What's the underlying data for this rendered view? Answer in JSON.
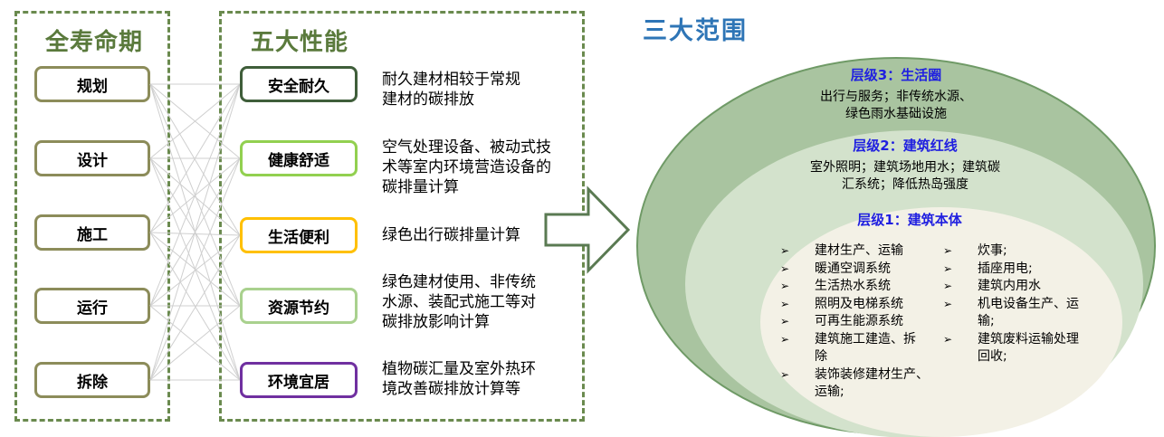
{
  "lifecycle": {
    "title": "全寿命期",
    "phases": [
      "规划",
      "设计",
      "施工",
      "运行",
      "拆除"
    ]
  },
  "performance": {
    "title": "五大性能",
    "items": [
      {
        "label": "安全耐久",
        "color": "#3f5e3a",
        "desc": [
          "耐久建材相较于常规",
          "建材的碳排放"
        ]
      },
      {
        "label": "健康舒适",
        "color": "#92d050",
        "desc": [
          "空气处理设备、被动式技",
          "术等室内环境营造设备的",
          "碳排量计算"
        ]
      },
      {
        "label": "生活便利",
        "color": "#ffc000",
        "desc": [
          "绿色出行碳排量计算"
        ]
      },
      {
        "label": "资源节约",
        "color": "#a9d18e",
        "desc": [
          "绿色建材使用、非传统",
          "水源、装配式施工等对",
          "碳排放影响计算"
        ]
      },
      {
        "label": "环境宜居",
        "color": "#7030a0",
        "desc": [
          "植物碳汇量及室外热环",
          "境改善碳排放计算等"
        ]
      }
    ]
  },
  "scope": {
    "title": "三大范围",
    "level3": {
      "title": "层级3：生活圈",
      "text": [
        "出行与服务；非传统水源、",
        "绿色雨水基础设施"
      ]
    },
    "level2": {
      "title": "层级2：建筑红线",
      "text": [
        "室外照明；建筑场地用水；建筑碳",
        "汇系统；降低热岛强度"
      ]
    },
    "level1": {
      "title": "层级1：建筑本体",
      "bullet": "➢",
      "left": [
        "建材生产、运输",
        "暖通空调系统",
        "生活热水系统",
        "照明及电梯系统",
        "可再生能源系统",
        "建筑施工建造、拆",
        "除",
        "装饰装修建材生产、",
        "运输;"
      ],
      "left_bullets": [
        true,
        true,
        true,
        true,
        true,
        true,
        false,
        true,
        false
      ],
      "right": [
        "炊事;",
        "插座用电;",
        "建筑内用水",
        "机电设备生产、运",
        "输;",
        "建筑废料运输处理",
        "回收;"
      ],
      "right_bullets": [
        true,
        true,
        true,
        true,
        false,
        true,
        false
      ]
    },
    "colors": {
      "outer": "#a9c4a0",
      "middle": "#d3e2cc",
      "inner": "#f3f1e6",
      "outer_edge": "#6f9a66"
    }
  }
}
